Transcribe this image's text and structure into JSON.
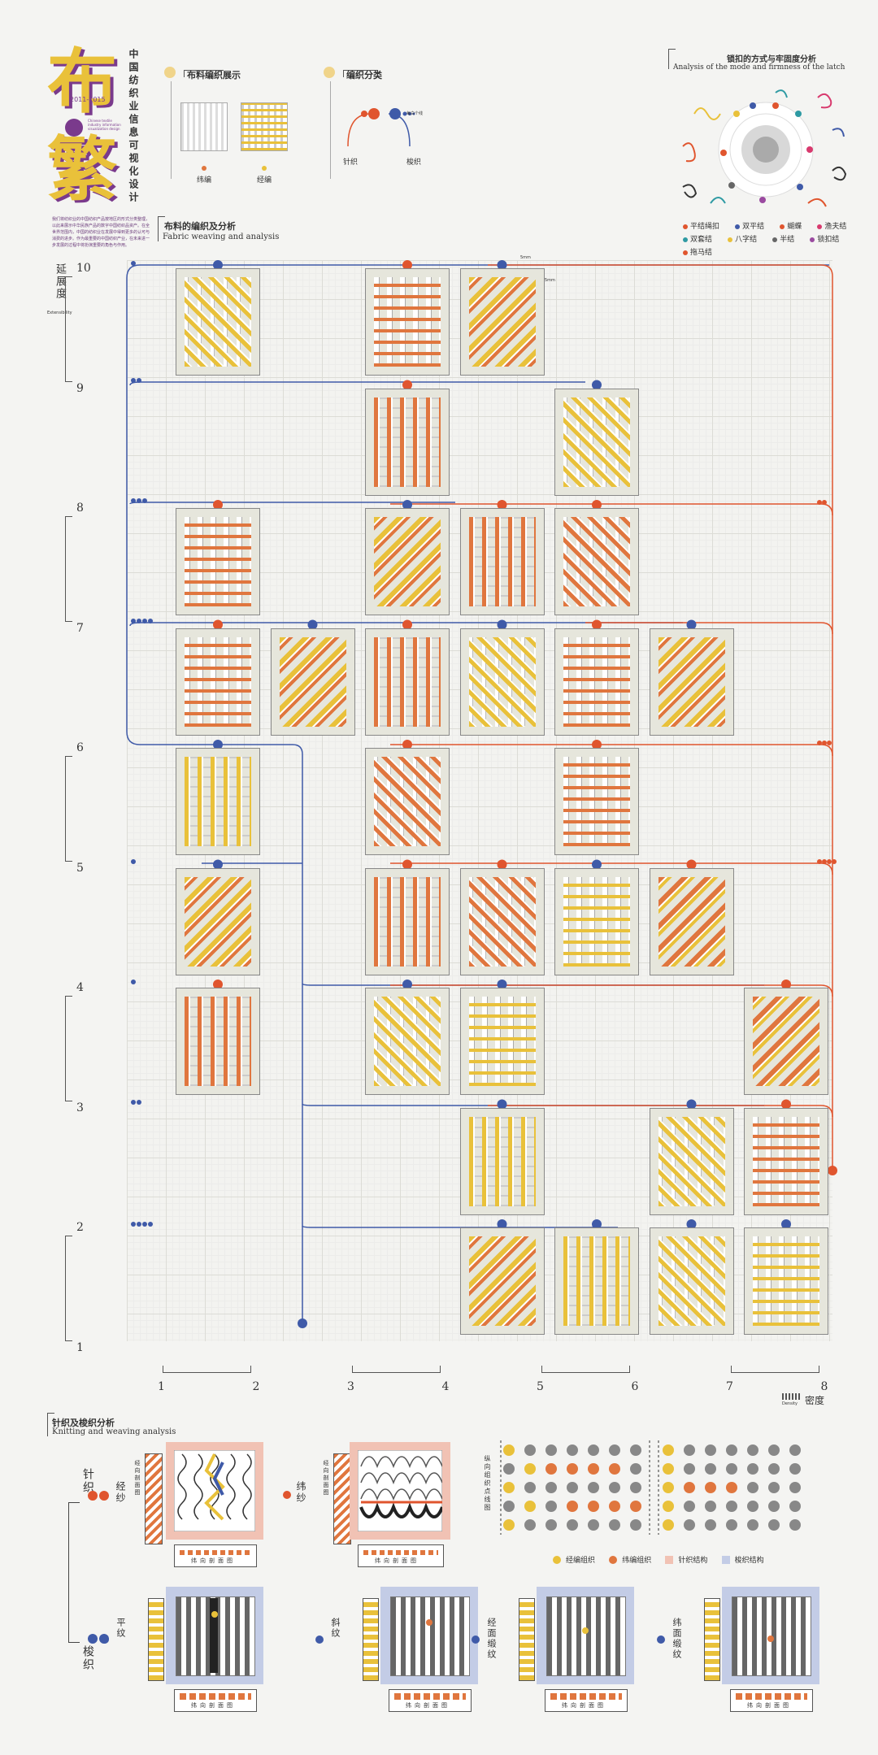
{
  "header": {
    "logo_char_top": "布",
    "logo_char_bottom": "繁",
    "logo_years": "2011-2015",
    "logo_small_text": "Chinese textile industry information visualization design",
    "vertical_title": "中国纺织业信息可视化设计",
    "intro_text": "我们将纺织业的中国纺织产品按地区的形式分类整理，以此来展示中华民族产品的数字中国纺织品资产。在全世界范围内，中国的纺织业在发展中得到更多的认可与消费的进步。作为最重要的中国纺织产业，在未来进一步发展的过程中将扮演重要的角色与作用。"
  },
  "legend_fabric": {
    "title": "布料编织展示",
    "labels": [
      "纬编",
      "经编"
    ]
  },
  "legend_class": {
    "title": "编织分类",
    "note": "每白个线",
    "labels": [
      "针织",
      "梭织"
    ]
  },
  "latch": {
    "title_cn": "锁扣的方式与牢固度分析",
    "title_en": "Analysis of the mode and firmness of the latch",
    "legend": [
      {
        "label": "平结绳扣",
        "color": "#e0552e"
      },
      {
        "label": "双平结",
        "color": "#3f5aa8"
      },
      {
        "label": "蝴蝶",
        "color": "#e0552e"
      },
      {
        "label": "渔夫结",
        "color": "#d83a6e"
      },
      {
        "label": "双套结",
        "color": "#2e9aa3"
      },
      {
        "label": "八字结",
        "color": "#e9c13a"
      },
      {
        "label": "半结",
        "color": "#666666"
      },
      {
        "label": "锁扣结",
        "color": "#9a4aa0"
      },
      {
        "label": "拖马结",
        "color": "#e0552e"
      }
    ]
  },
  "chart_section": {
    "title_cn": "布料的编织及分析",
    "title_en": "Fabric weaving and analysis",
    "y_axis_label": "延展度",
    "y_axis_sub": "Extensibility",
    "x_axis_label": "密度",
    "x_axis_sub": "Density",
    "y_ticks": [
      "10",
      "9",
      "8",
      "7",
      "6",
      "5",
      "4",
      "3",
      "2",
      "1"
    ],
    "x_ticks": [
      "1",
      "2",
      "3",
      "4",
      "5",
      "6",
      "7",
      "8"
    ],
    "small_note_a": "5mm",
    "small_note_b": "5mm"
  },
  "chart_data": {
    "type": "scatter",
    "xlabel": "密度",
    "ylabel": "延展度",
    "xlim": [
      1,
      8
    ],
    "ylim": [
      1,
      10
    ],
    "points": [
      {
        "x": 1.5,
        "y": 9.5,
        "class": "warp"
      },
      {
        "x": 3.5,
        "y": 9.5,
        "class": "weft"
      },
      {
        "x": 4.5,
        "y": 9.5,
        "class": "warp"
      },
      {
        "x": 3.5,
        "y": 8.5,
        "class": "weft"
      },
      {
        "x": 5.5,
        "y": 8.5,
        "class": "warp"
      },
      {
        "x": 1.5,
        "y": 7.5,
        "class": "weft"
      },
      {
        "x": 3.5,
        "y": 7.5,
        "class": "warp"
      },
      {
        "x": 4.5,
        "y": 7.5,
        "class": "weft"
      },
      {
        "x": 5.5,
        "y": 7.5,
        "class": "weft"
      },
      {
        "x": 1.5,
        "y": 6.5,
        "class": "weft"
      },
      {
        "x": 2.5,
        "y": 6.5,
        "class": "warp"
      },
      {
        "x": 3.5,
        "y": 6.5,
        "class": "weft"
      },
      {
        "x": 4.5,
        "y": 6.5,
        "class": "warp"
      },
      {
        "x": 5.5,
        "y": 6.5,
        "class": "weft"
      },
      {
        "x": 6.5,
        "y": 6.5,
        "class": "warp"
      },
      {
        "x": 1.5,
        "y": 5.5,
        "class": "warp"
      },
      {
        "x": 3.5,
        "y": 5.5,
        "class": "weft"
      },
      {
        "x": 5.5,
        "y": 5.5,
        "class": "weft"
      },
      {
        "x": 1.5,
        "y": 4.5,
        "class": "warp"
      },
      {
        "x": 3.5,
        "y": 4.5,
        "class": "weft"
      },
      {
        "x": 4.5,
        "y": 4.5,
        "class": "weft"
      },
      {
        "x": 5.5,
        "y": 4.5,
        "class": "warp"
      },
      {
        "x": 6.5,
        "y": 4.5,
        "class": "weft"
      },
      {
        "x": 1.5,
        "y": 3.5,
        "class": "weft"
      },
      {
        "x": 3.5,
        "y": 3.5,
        "class": "warp"
      },
      {
        "x": 4.5,
        "y": 3.5,
        "class": "warp"
      },
      {
        "x": 7.5,
        "y": 3.5,
        "class": "weft"
      },
      {
        "x": 4.5,
        "y": 2.5,
        "class": "warp"
      },
      {
        "x": 6.5,
        "y": 2.5,
        "class": "warp"
      },
      {
        "x": 7.5,
        "y": 2.5,
        "class": "weft"
      },
      {
        "x": 4.5,
        "y": 1.5,
        "class": "warp"
      },
      {
        "x": 5.5,
        "y": 1.5,
        "class": "warp"
      },
      {
        "x": 6.5,
        "y": 1.5,
        "class": "warp"
      },
      {
        "x": 7.5,
        "y": 1.5,
        "class": "warp"
      }
    ]
  },
  "knit_section": {
    "title_cn": "针织及梭织分析",
    "title_en": "Knitting and weaving analysis",
    "tree_knit": "针织",
    "tree_weave": "梭织",
    "knit_types": [
      "经纱",
      "纬纱"
    ],
    "weave_types": [
      "平纹",
      "斜纹",
      "经面缎纹",
      "纬面缎纹"
    ],
    "side_label": "经向剖面图",
    "bottom_label": "纬向剖面图",
    "matrix_label": "纵向组织点线图",
    "legend": [
      {
        "label": "经编组织",
        "color": "#e9c13a"
      },
      {
        "label": "纬编组织",
        "color": "#e0763e"
      },
      {
        "label": "针织结构",
        "color": "#f1c2b4"
      },
      {
        "label": "梭织结构",
        "color": "#c3cce6"
      }
    ]
  },
  "colors": {
    "blue": "#3f5aa8",
    "red": "#e0552e",
    "orange": "#e0763e",
    "yellow": "#e9c13a",
    "purple": "#7a3a8c",
    "tile_bg": "#e6e6dc"
  }
}
